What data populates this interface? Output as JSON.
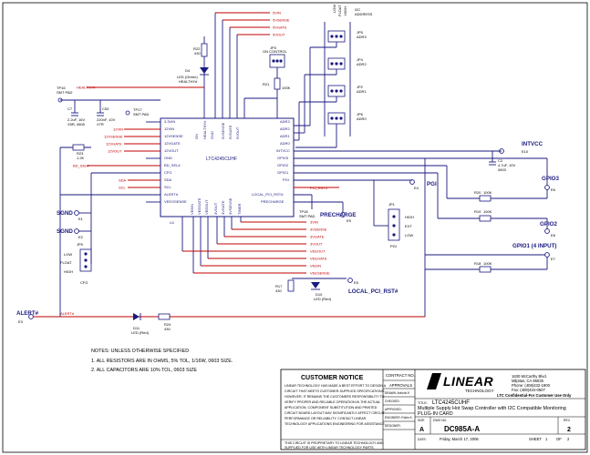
{
  "nets_top": [
    "5VIN",
    "5VSENSE",
    "5VGATE",
    "5VOUT"
  ],
  "addr_jumpers": [
    {
      "ref": "JP5",
      "name": "ADR3"
    },
    {
      "ref": "JP4",
      "name": "ADR2"
    },
    {
      "ref": "JP2",
      "name": "ADR1"
    },
    {
      "ref": "JP6",
      "name": "ADR0"
    }
  ],
  "addr_header": {
    "line1": "LOW",
    "line2": "FLOAT",
    "line3": "HIGH",
    "title": "I2C",
    "title2": "ADDRESS"
  },
  "ic": {
    "ref": "U1",
    "part": "LTC4245CUHF",
    "left_pins": [
      "3.3VIN",
      "12VIN",
      "12VSENSE",
      "12VGATE",
      "12VOUT",
      "GND",
      "BD_SEL#",
      "CFG",
      "SDA",
      "SCL",
      "ALERT#",
      "VEEOSENSE"
    ],
    "right_pins": [
      "ADR3",
      "ADR2",
      "ADR1",
      "ADR0",
      "INTVCC",
      "GPIO3",
      "GPIO2",
      "GPIO1",
      "PGI",
      "LOCAL_PCI_RST#",
      "PRECHARGE"
    ],
    "top_pins": [
      "ON",
      "HEALTHY#",
      "GND",
      "5VSENSE",
      "5VGATE",
      "5VOUT"
    ],
    "bottom_pins": [
      "VEEIN",
      "VEEGATE",
      "VEEOUT",
      "3VOUT",
      "3VGATE",
      "3VSENSE",
      "TIMER"
    ]
  },
  "left_nets": [
    "12VIN",
    "12VSENSE",
    "12VGATE",
    "12VOUT",
    "BD_SEL#",
    "SDA",
    "SCL"
  ],
  "healthy_net": "HEALTHY#",
  "bottom_nets": [
    "3VIN",
    "3VSENSE",
    "3VGATE",
    "3VOUT",
    "VEEOUT",
    "VEEGATE",
    "VEEIN",
    "VEESENSE"
  ],
  "components": {
    "r22": {
      "ref": "R22",
      "val": "430"
    },
    "d4": {
      "ref": "D4",
      "val": "LED (Green)",
      "net": "HEALTHY#"
    },
    "jp3": {
      "ref": "JP3",
      "val": "ON CONTROL"
    },
    "r21": {
      "ref": "R21",
      "val": "100K"
    },
    "tp16": {
      "ref": "TP16",
      "val": "SMT PAD"
    },
    "c7": {
      "ref": "C7",
      "val": "2.2uF, 16V",
      "val2": "X5R, 0805"
    },
    "c53": {
      "ref": "C53",
      "val": "220nF, 10V",
      "val2": "X7R"
    },
    "tp17": {
      "ref": "TP17",
      "val": "SMT PAD"
    },
    "r23": {
      "ref": "R23",
      "val": "1.2K"
    },
    "c2": {
      "ref": "C2",
      "val": "4.7uF, 10V",
      "val2": "0603"
    },
    "r20": {
      "ref": "R20",
      "val": "100K"
    },
    "r19": {
      "ref": "R19",
      "val": "100K"
    },
    "r18": {
      "ref": "R18",
      "val": "100K"
    },
    "tp18": {
      "ref": "TP18",
      "val": "SMT PAD"
    },
    "r17": {
      "ref": "R17",
      "val": "430"
    },
    "d10": {
      "ref": "D10",
      "val": "LED (Red)"
    },
    "r24": {
      "ref": "R24",
      "val": "430"
    },
    "d11": {
      "ref": "D11",
      "val": "LED (Red)"
    },
    "jp1": {
      "ref": "JP1",
      "val": "PGI"
    },
    "jp9": {
      "ref": "JP9",
      "val": "CFG"
    }
  },
  "jp1_labels": [
    "HIGH",
    "EXT",
    "LOW"
  ],
  "jp9_labels": [
    "LOW",
    "FLOAT",
    "HIGH"
  ],
  "ports": {
    "intvcc": {
      "name": "INTVCC",
      "ref": "E10"
    },
    "gpio3": {
      "name": "GPIO3",
      "ref": "E6"
    },
    "gpio2": {
      "name": "GPIO2",
      "ref": "E8"
    },
    "gpio1": {
      "name": "GPIO1 (4 INPUT)",
      "ref": "E7"
    },
    "pgi": {
      "name": "PGI",
      "ref": "E4"
    },
    "sgnd1": {
      "name": "SGND",
      "ref": "E1"
    },
    "sgnd2": {
      "name": "SGND",
      "ref": "E2"
    },
    "precharge": {
      "name": "PRECHARGE",
      "ref": "E9"
    },
    "local_rst": {
      "name": "LOCAL_PCI_RST#",
      "ref": "E5"
    },
    "alert": {
      "name": "ALERT#",
      "ref": "E3"
    }
  },
  "alert_net": "ALERT#",
  "rst_net": "PCI_RST#",
  "notes": {
    "title": "NOTES: UNLESS OTHERWISE SPECIFIED",
    "line1": "1. ALL RESISTORS ARE IN OHMS, 5% TOL, 1/16W, 0603 SIZE.",
    "line2": "2. ALL CAPACITORS ARE 10% TOL, 0603 SIZE"
  },
  "title_block": {
    "notice_title": "CUSTOMER NOTICE",
    "notice_text": [
      "LINEAR TECHNOLOGY HAS MADE A BEST EFFORT TO DESIGN A",
      "CIRCUIT THAT MEETS CUSTOMER-SUPPLIED SPECIFICATIONS;",
      "HOWEVER, IT REMAINS THE CUSTOMERS RESPONSIBILITY TO",
      "VERIFY PROPER AND RELIABLE OPERATION IN THE ACTUAL",
      "APPLICATION. COMPONENT SUBSTITUTION AND PRINTED",
      "CIRCUIT BOARD LAYOUT MAY SIGNIFICANTLY AFFECT CIRCUIT",
      "PERFORMANCE OR RELIABILITY. CONTACT LINEAR",
      "TECHNOLOGY APPLICATIONS ENGINEERING FOR ASSISTANCE."
    ],
    "proprietary": [
      "THIS CIRCUIT IS PROPRIETARY TO LINEAR TECHNOLOGY AND",
      "SUPPLIED FOR USE WITH LINEAR TECHNOLOGY PARTS."
    ],
    "contract_no": "CONTRACT NO.",
    "approvals": "APPROVALS",
    "drawn": "DRAWN: Antonio K",
    "checked": "CHECKED:",
    "approved": "APPROVED:",
    "engineer": "ENGINEER: Robin K.",
    "designer": "DESIGNER:",
    "logo": "LINEAR",
    "logo_sub": "TECHNOLOGY",
    "address": [
      "1630 McCarthy Blvd.",
      "Milpitas, CA 95035",
      "Phone: (408)432-1900",
      "Fax: (408)434-0507"
    ],
    "confidential": "LTC Confidential-For Customer Use Only",
    "title_label": "TITLE:",
    "title_part": "LTC4245CUHF",
    "title_desc": "Multiple Supply Hot Swap Controller with I2C Compatible Monitoring",
    "title_desc2": "PLUG-IN CARD",
    "size_label": "SIZE",
    "size": "A",
    "dwg_label": "DWG NO.",
    "dwg": "DC985A-A",
    "rev_label": "REV",
    "rev": "2",
    "date_label": "DATE:",
    "date": "Friday, March 17, 2006",
    "sheet": "SHEET",
    "sheet_no": "1",
    "of": "OF",
    "of_no": "2"
  },
  "colors": {
    "wire": "#1a1a80",
    "net_red": "#c00000"
  }
}
